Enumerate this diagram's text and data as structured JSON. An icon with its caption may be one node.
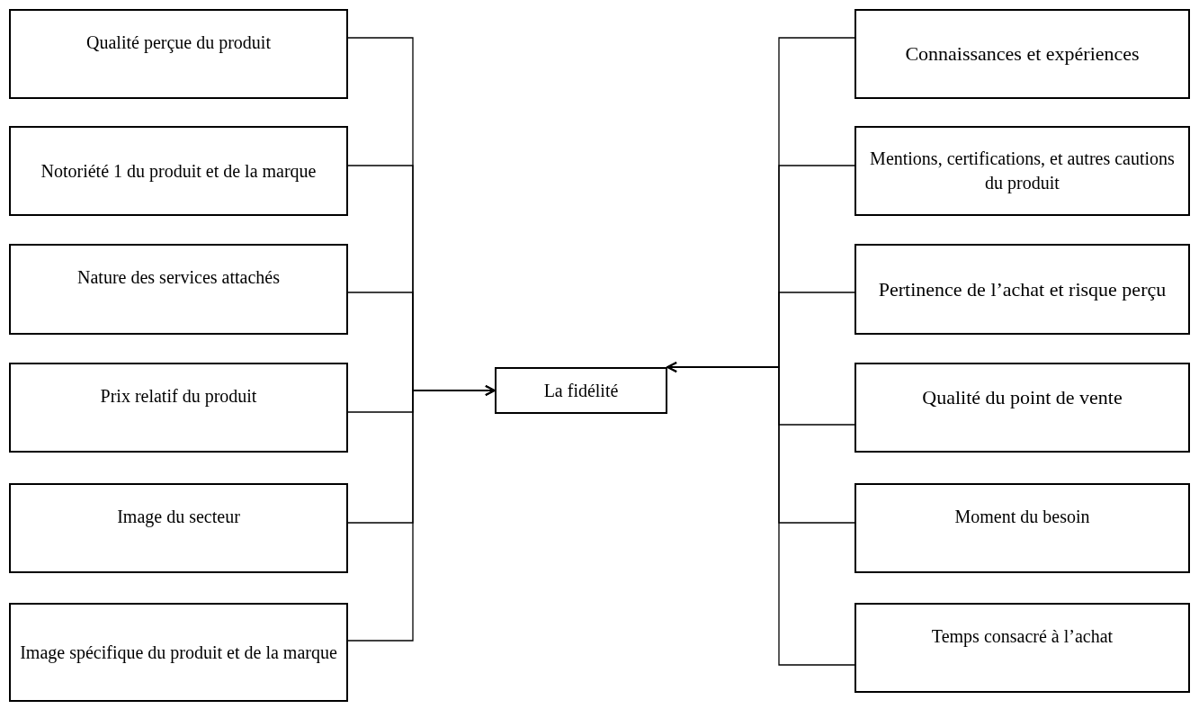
{
  "diagram": {
    "nodes": [
      {
        "text": [
          "Qualité perçue du produit"
        ]
      },
      {
        "text": [
          "Notoriété 1 du produit et de la marque"
        ]
      },
      {
        "text": [
          "Nature des services attachés"
        ]
      },
      {
        "text": [
          "Prix relatif du produit"
        ]
      },
      {
        "text": [
          "Image du secteur"
        ]
      },
      {
        "text": [
          "Image spécifique du produit et de la marque"
        ]
      },
      {
        "text": [
          "La fidélité"
        ]
      },
      {
        "text": [
          "Connaissances et expériences"
        ]
      },
      {
        "text": [
          "Mentions, certifications, et autres cautions du produit"
        ]
      },
      {
        "text": [
          "Pertinence de l’achat et risque perçu"
        ]
      },
      {
        "text": [
          "Qualité du point de vente"
        ]
      },
      {
        "text": [
          "Moment du besoin"
        ]
      },
      {
        "text": [
          "Temps consacré à l’achat"
        ]
      }
    ],
    "edges": [
      {
        "from": 0,
        "to": 6,
        "arrow": "to"
      },
      {
        "from": 1,
        "to": 6,
        "arrow": "to"
      },
      {
        "from": 2,
        "to": 6,
        "arrow": "to"
      },
      {
        "from": 3,
        "to": 6,
        "arrow": "to"
      },
      {
        "from": 4,
        "to": 6,
        "arrow": "to"
      },
      {
        "from": 5,
        "to": 6,
        "arrow": "to"
      },
      {
        "from": 7,
        "to": 6,
        "arrow": "to"
      },
      {
        "from": 8,
        "to": 6,
        "arrow": "to"
      },
      {
        "from": 9,
        "to": 6,
        "arrow": "to"
      },
      {
        "from": 10,
        "to": 6,
        "arrow": "to"
      },
      {
        "from": 11,
        "to": 6,
        "arrow": "to"
      },
      {
        "from": 12,
        "to": 6,
        "arrow": "to"
      }
    ]
  }
}
